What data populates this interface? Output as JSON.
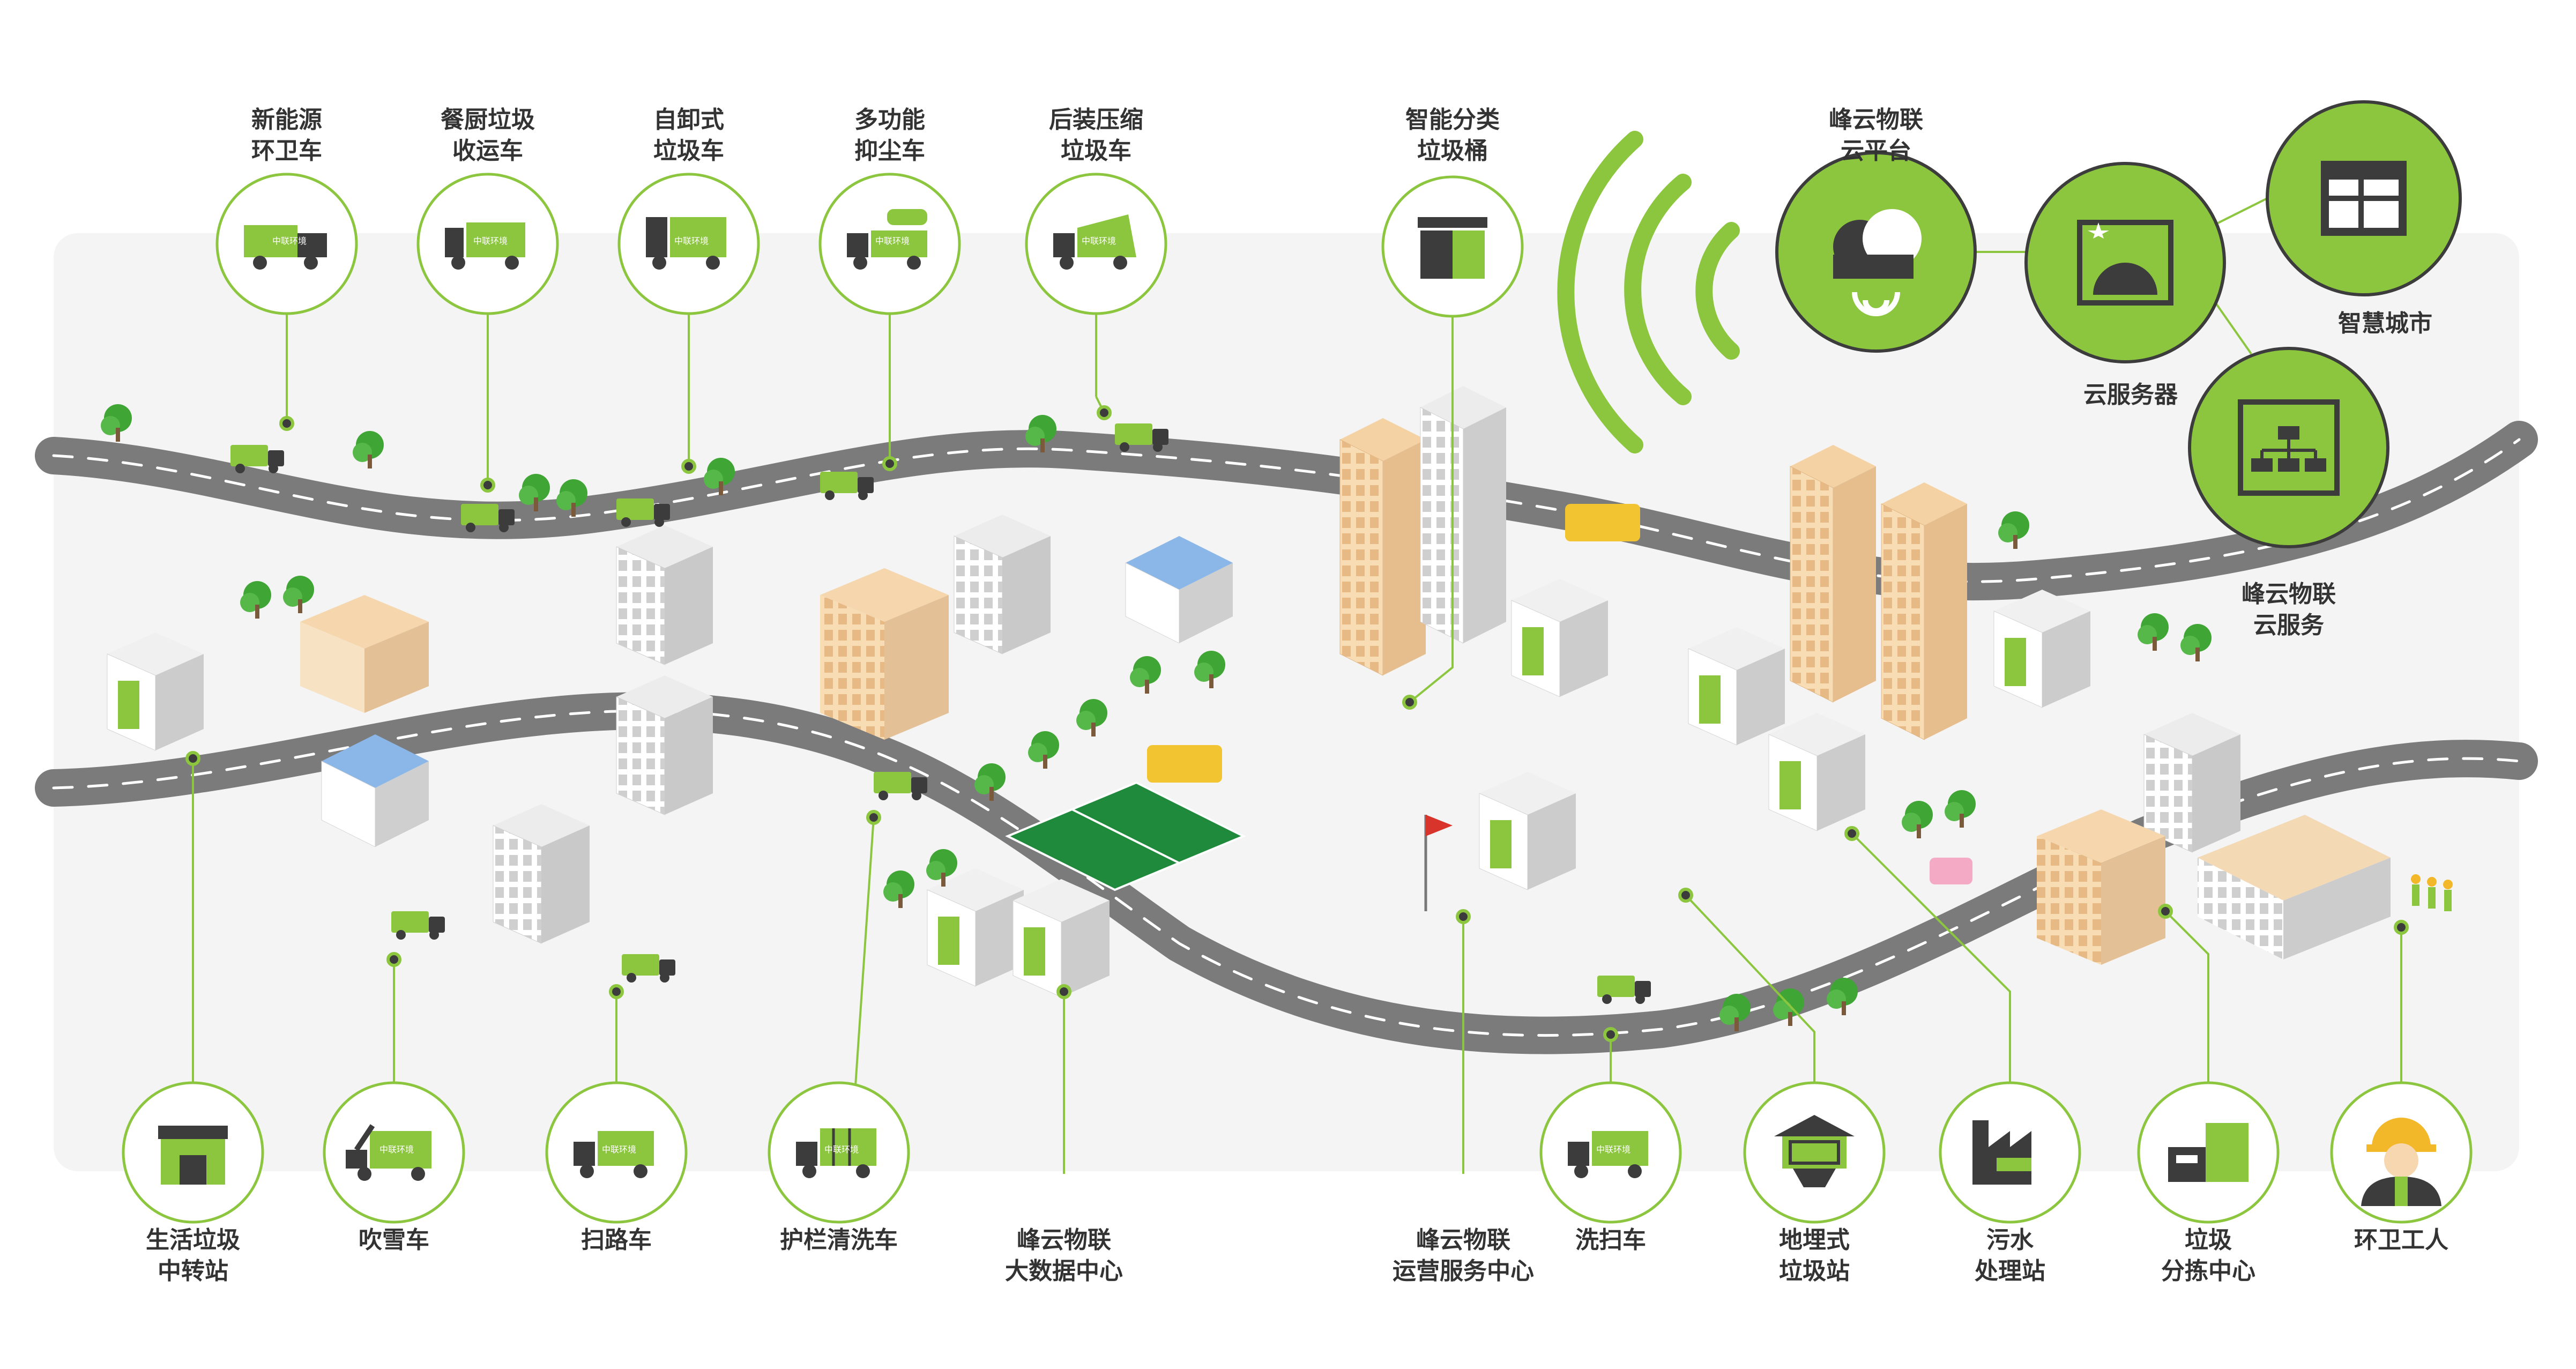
{
  "colors": {
    "accent": "#8cc63f",
    "dark": "#3c3c3c",
    "road": "#7b7b7b",
    "bg": "#f4f4f4"
  },
  "labels": {
    "new_energy": [
      "新能源",
      "环卫车"
    ],
    "kitchen_waste": [
      "餐厨垃圾",
      "收运车"
    ],
    "self_unloading": [
      "自卸式",
      "垃圾车"
    ],
    "dust_suppress": [
      "多功能",
      "抑尘车"
    ],
    "rear_compress": [
      "后装压缩",
      "垃圾车"
    ],
    "smart_bin": [
      "智能分类",
      "垃圾桶"
    ],
    "cloud_platform": [
      "峰云物联",
      "云平台"
    ],
    "cloud_server": [
      "云服务器"
    ],
    "smart_city": [
      "智慧城市"
    ],
    "cloud_service": [
      "峰云物联",
      "云服务"
    ],
    "transfer_station": [
      "生活垃圾",
      "中转站"
    ],
    "snow_blower": [
      "吹雪车"
    ],
    "sweeper": [
      "扫路车"
    ],
    "guardrail_washer": [
      "护栏清洗车"
    ],
    "big_data": [
      "峰云物联",
      "大数据中心"
    ],
    "ops_center": [
      "峰云物联",
      "运营服务中心"
    ],
    "wash_sweeper": [
      "洗扫车"
    ],
    "buried_station": [
      "地埋式",
      "垃圾站"
    ],
    "sewage_plant": [
      "污水",
      "处理站"
    ],
    "sorting_center": [
      "垃圾",
      "分拣中心"
    ],
    "sanitation_worker": [
      "环卫工人"
    ]
  },
  "icons": {
    "new_energy": "new-energy-truck-icon",
    "kitchen_waste": "kitchen-waste-truck-icon",
    "self_unloading": "dump-truck-icon",
    "dust_suppress": "dust-cannon-truck-icon",
    "rear_compress": "compactor-truck-icon",
    "smart_bin": "smart-bin-icon",
    "cloud_platform": "cloud-icon",
    "cloud_server": "globe-browser-icon",
    "smart_city": "dashboard-icon",
    "cloud_service": "network-browser-icon",
    "transfer_station": "warehouse-icon",
    "snow_blower": "snow-blower-truck-icon",
    "sweeper": "sweeper-truck-icon",
    "guardrail_washer": "washer-truck-icon",
    "ops_center": "ops-center-icon",
    "wash_sweeper": "wash-sweeper-truck-icon",
    "buried_station": "buried-station-icon",
    "sewage_plant": "factory-icon",
    "sorting_center": "sorting-center-icon",
    "sanitation_worker": "worker-icon"
  },
  "truck_brand": "中联环境"
}
